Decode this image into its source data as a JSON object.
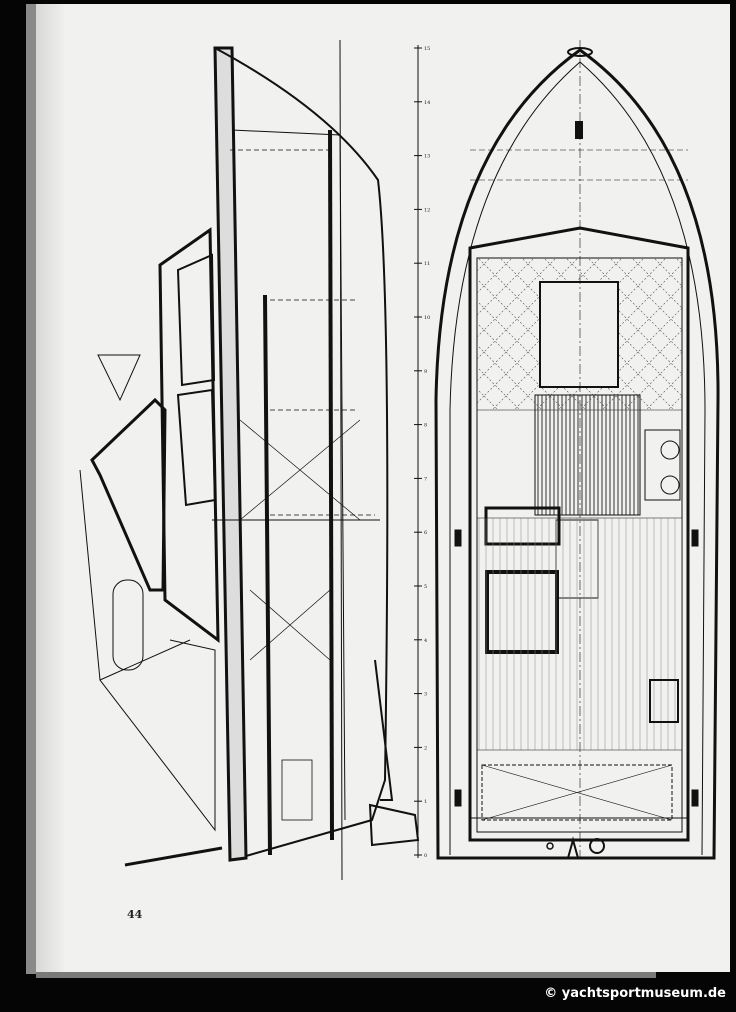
{
  "page_number": "44",
  "watermark": "© yachtsportmuseum.de",
  "station_scale": [
    "0",
    "1",
    "2",
    "3",
    "4",
    "5",
    "6",
    "7",
    "8",
    "9",
    "10",
    "11",
    "12",
    "13",
    "14",
    "15"
  ]
}
